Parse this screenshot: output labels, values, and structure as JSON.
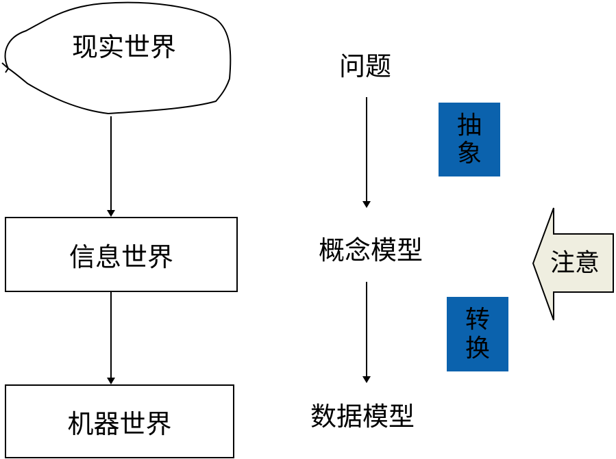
{
  "left": {
    "real_world": "现实世界",
    "info_world": "信息世界",
    "machine_world": "机器世界"
  },
  "right": {
    "problem": "问题",
    "concept_model": "概念模型",
    "data_model": "数据模型"
  },
  "tags": {
    "abstract": [
      "抽",
      "象"
    ],
    "convert": [
      "转",
      "换"
    ],
    "color": "#0b62ad"
  },
  "note": {
    "label": "注意",
    "fill": "#efeee0"
  }
}
